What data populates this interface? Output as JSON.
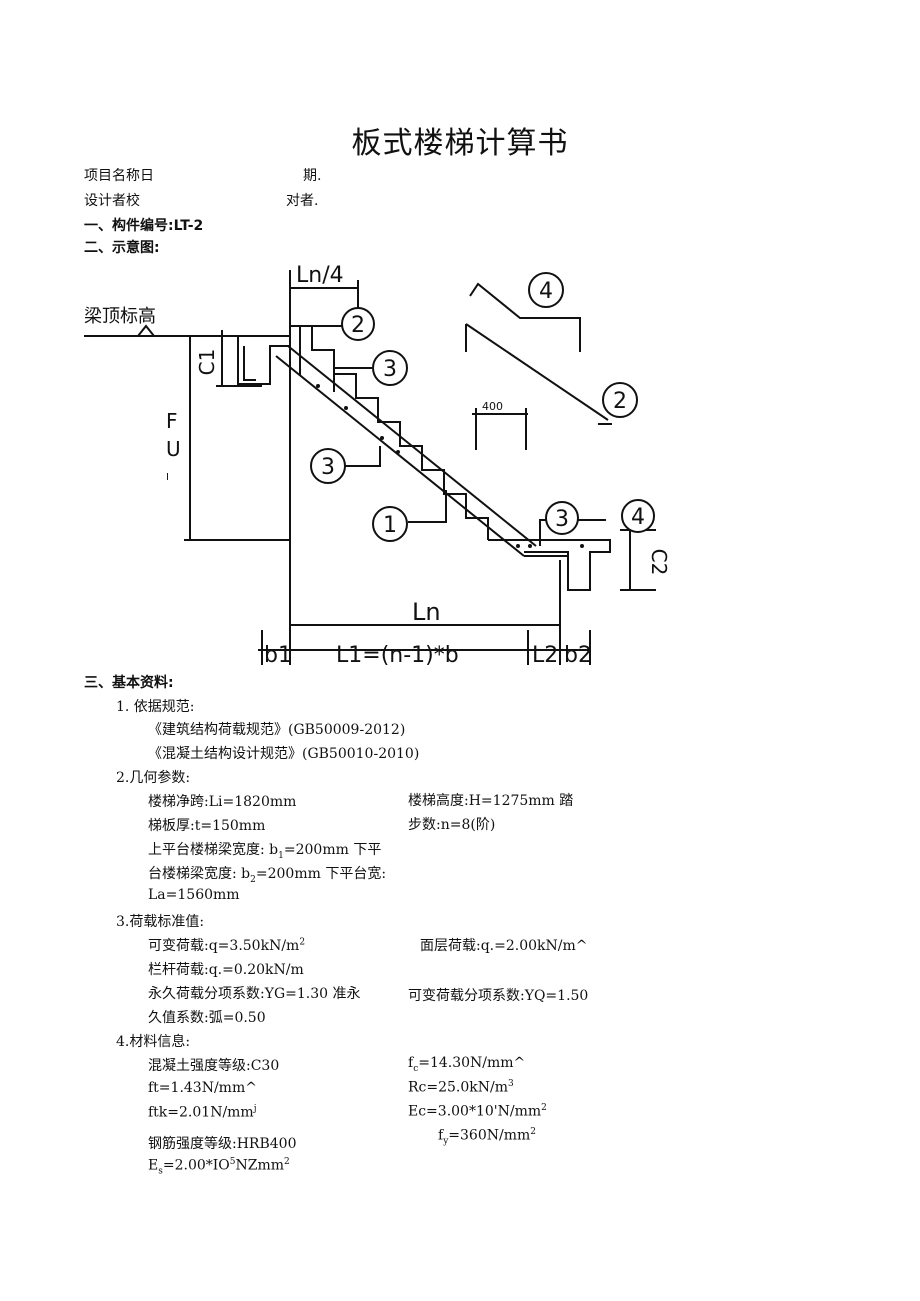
{
  "doc": {
    "title": "板式楼梯计算书",
    "meta": {
      "project_label": "项目名称日",
      "date_label": "期.",
      "designer_label": "设计者校",
      "checker_label": "对者."
    },
    "s1": "一、构件编号:LT-2",
    "s2": "二、示意图:",
    "s3": "三、基本资料:",
    "diagram": {
      "beam_top": "梁顶标高",
      "ln4": "Ln/4",
      "c1": "C1",
      "c2": "C2",
      "dim400": "400",
      "ln": "Ln",
      "b1": "b1",
      "l1": "L1=(n-1)*b",
      "l2": "L2",
      "b2": "b2",
      "f": "F",
      "u": "U",
      "i": "I",
      "n1": "1",
      "n2": "2",
      "n3": "3",
      "n4": "4"
    },
    "basis": {
      "heading": "1. 依据规范:",
      "code1": "《建筑结构荷载规范》(GB50009-2012)",
      "code2": "《混凝土结构设计规范》(GB50010-2010)"
    },
    "geometry": {
      "heading": "2.几何参数:",
      "clear_span": "楼梯净跨:Li=1820mm",
      "height": "楼梯高度:H=1275mm 踏",
      "thickness": "梯板厚:t=150mm",
      "steps": "步数:n=8(阶)",
      "b1_pre": "上平台楼梯梁宽度: b",
      "b1_sub": "1",
      "b1_post": "=200mm 下平",
      "b2_pre": "台楼梯梁宽度: b",
      "b2_sub": "2",
      "b2_post": "=200mm 下平台宽:",
      "la": "La=1560mm"
    },
    "loads": {
      "heading": "3.荷载标准值:",
      "q_live_pre": "可变荷载:q=3.50kN/m",
      "q_live_sup": "2",
      "q_finish": "面层荷载:q.=2.00kN/m^",
      "q_rail": "栏杆荷载:q.=0.20kN/m",
      "gamma_g": "永久荷载分项系数:YG=1.30 准永",
      "gamma_q": "可变荷载分项系数:YQ=1.50",
      "psi": "久值系数:弧=0.50"
    },
    "materials": {
      "heading": "4.材料信息:",
      "concrete": "混凝土强度等级:C30",
      "fc_pre": "f",
      "fc_sub": "c",
      "fc_post": "=14.30N/mm^",
      "ft": "ft=1.43N/mm^",
      "rc_pre": "Rc=25.0kN/m",
      "rc_sup": "3",
      "ftk_pre": "ftk=2.01N/mm",
      "ftk_sup": "j",
      "ec_pre": "Ec=3.00*10'N/mm",
      "ec_sup": "2",
      "fy_pre": "f",
      "fy_sub": "y",
      "fy_post": "=360N/mm",
      "fy_sup": "2",
      "steel": "钢筋强度等级:HRB400",
      "es_pre": "E",
      "es_sub": "s",
      "es_mid": "=2.00*IO",
      "es_sup": "5",
      "es_post": "NZmm",
      "es_sup2": "2"
    }
  }
}
